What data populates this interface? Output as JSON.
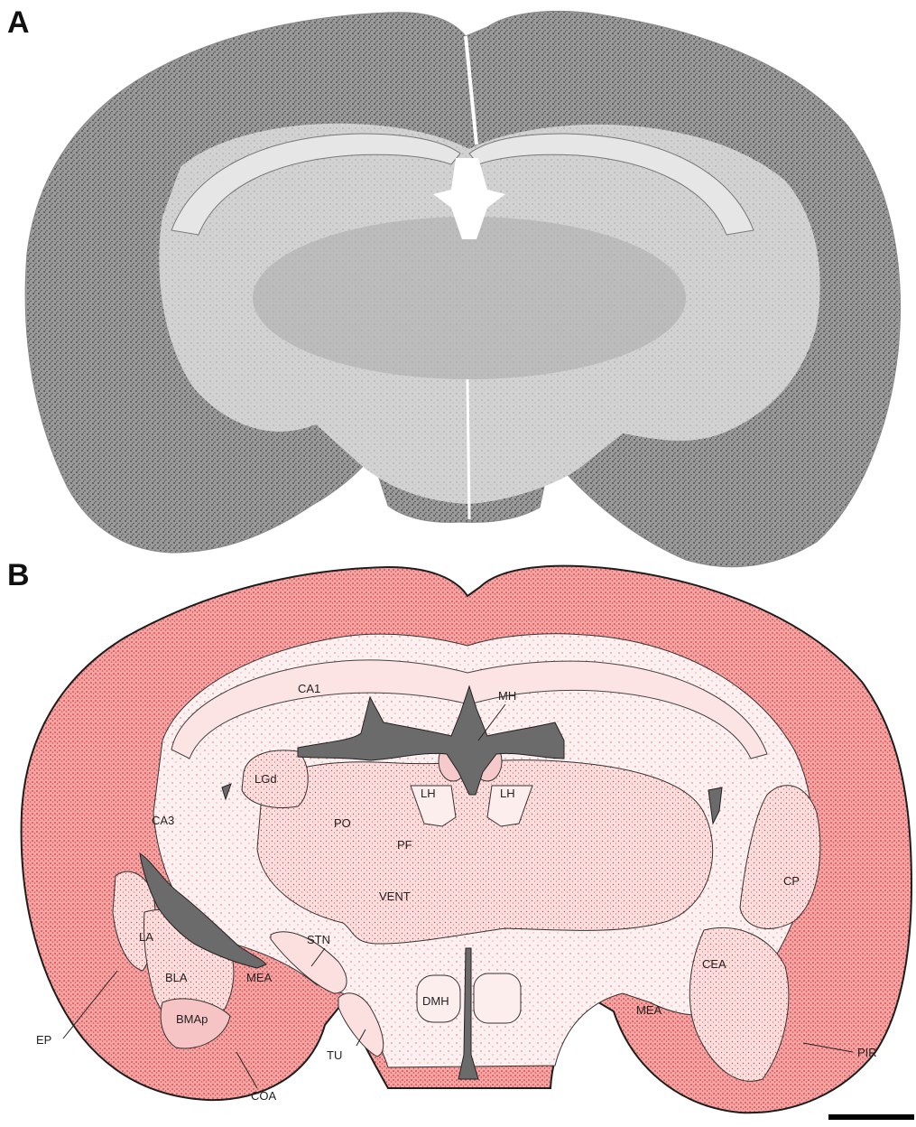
{
  "panels": {
    "a": {
      "letter": "A"
    },
    "b": {
      "letter": "B"
    }
  },
  "labels": {
    "ca1": "CA1",
    "mh": "MH",
    "lgd": "LGd",
    "lh_left": "LH",
    "lh_right": "LH",
    "ca3": "CA3",
    "po": "PO",
    "pf": "PF",
    "vent": "VENT",
    "cp": "CP",
    "stn": "STN",
    "la": "LA",
    "bla": "BLA",
    "mea_left": "MEA",
    "cea": "CEA",
    "dmh": "DMH",
    "mea_right": "MEA",
    "bmap": "BMAp",
    "ep": "EP",
    "tu": "TU",
    "pir": "PIR",
    "coa": "COA"
  },
  "colors": {
    "stain_gray": "#8d8d8d",
    "stain_red": "#e86a6a",
    "ventricle": "#6b6b6b",
    "outline": "#1e1e1e"
  }
}
